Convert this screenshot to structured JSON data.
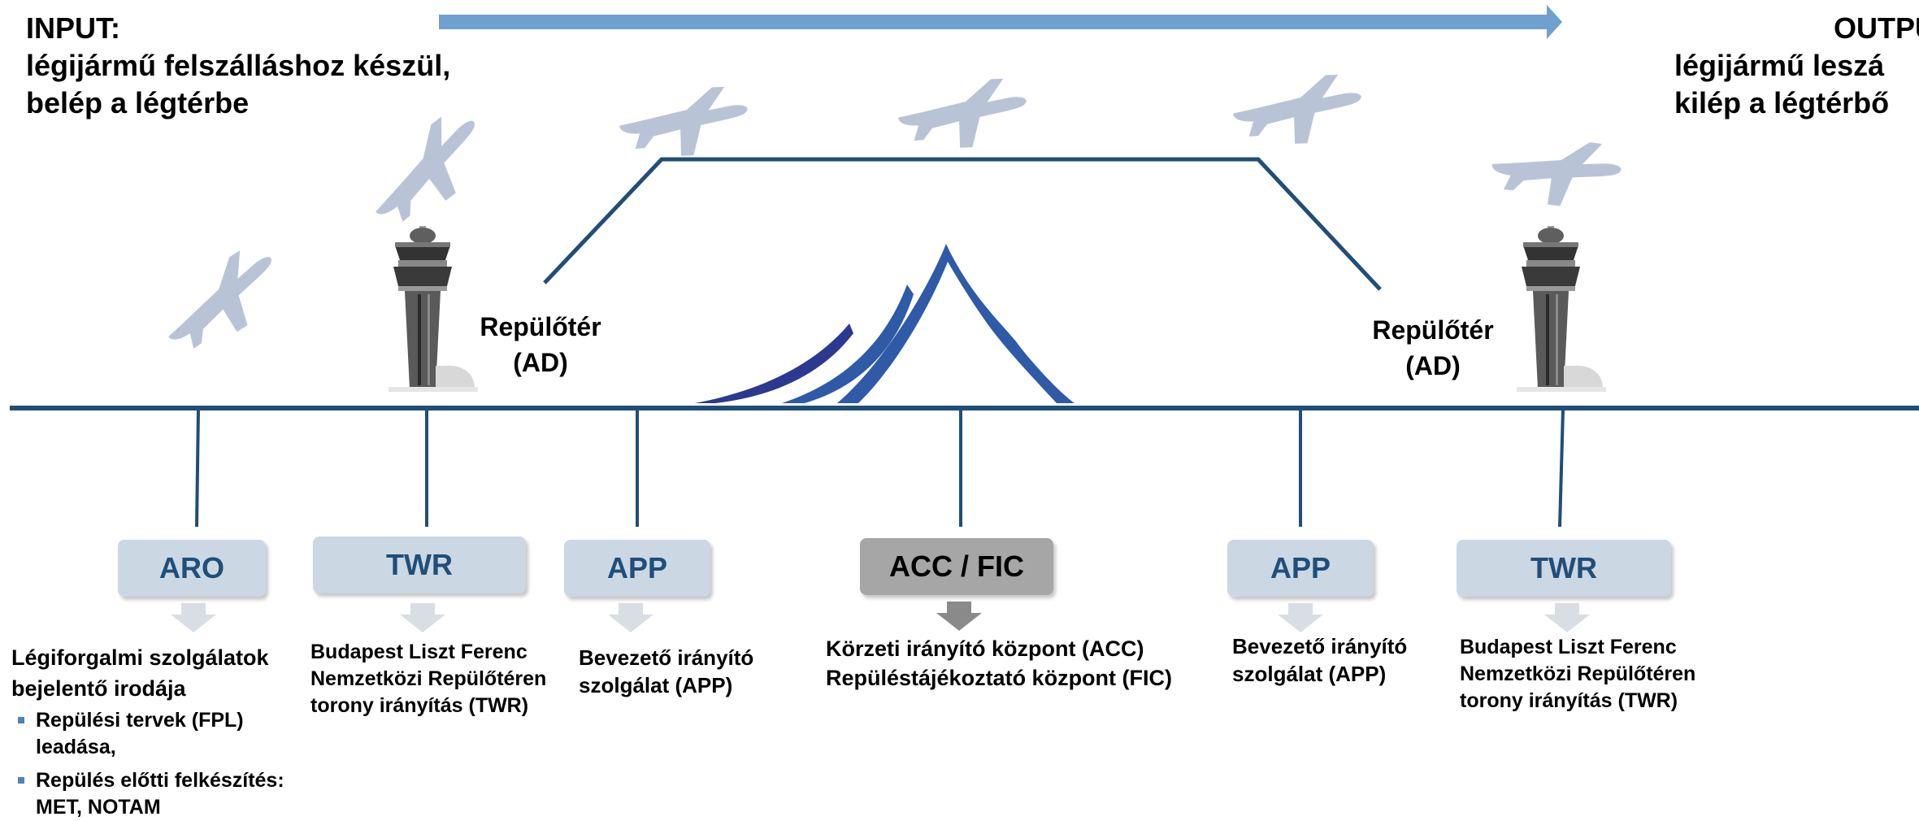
{
  "input": {
    "title": "INPUT:",
    "line1": "légijármű felszálláshoz készül,",
    "line2": "belép a légtérbe"
  },
  "output": {
    "title": "OUTPU",
    "line1": "légijármű leszá",
    "line2": "kilép a légtérbő"
  },
  "airport_left": {
    "line1": "Repülőtér",
    "line2": "(AD)"
  },
  "airport_right": {
    "line1": "Repülőtér",
    "line2": "(AD)"
  },
  "units": [
    {
      "label": "ARO",
      "desc_title_1": "Légiforgalmi szolgálatok",
      "desc_title_2": "bejelentő irodája",
      "bullets": [
        {
          "line1": "Repülési tervek (FPL)",
          "line2": "leadása,"
        },
        {
          "line1": "Repülés előtti felkészítés:",
          "line2": "MET, NOTAM"
        }
      ]
    },
    {
      "label": "TWR",
      "desc": [
        "Budapest Liszt Ferenc",
        "Nemzetközi Repülőtéren",
        "torony irányítás (TWR)"
      ]
    },
    {
      "label": "APP",
      "desc": [
        "Bevezető irányító",
        "szolgálat (APP)"
      ]
    },
    {
      "label": "ACC / FIC",
      "desc": [
        "Körzeti irányító központ (ACC)",
        "Repüléstájékoztató központ (FIC)"
      ]
    },
    {
      "label": "APP",
      "desc": [
        "Bevezető irányító",
        "szolgálat (APP)"
      ]
    },
    {
      "label": "TWR",
      "desc": [
        "Budapest Liszt Ferenc",
        "Nemzetközi Repülőtéren",
        "torony irányítás (TWR)"
      ]
    }
  ],
  "colors": {
    "flow_arrow": "#6fa0d0",
    "line": "#1f4e79",
    "box_light": "#cbd7e3",
    "box_dark": "#a6a6a6",
    "box_text": "#1f4e79",
    "plane": "#b8c4d6",
    "mountain_dark": "#2b3990",
    "mountain_mid": "#2e5aa8",
    "down_arrow_light": "#d9dee5",
    "down_arrow_dark": "#8a8a8a"
  },
  "icons": [
    "airplane-icon",
    "control-tower-icon",
    "mountain-icon",
    "down-arrow-icon"
  ]
}
